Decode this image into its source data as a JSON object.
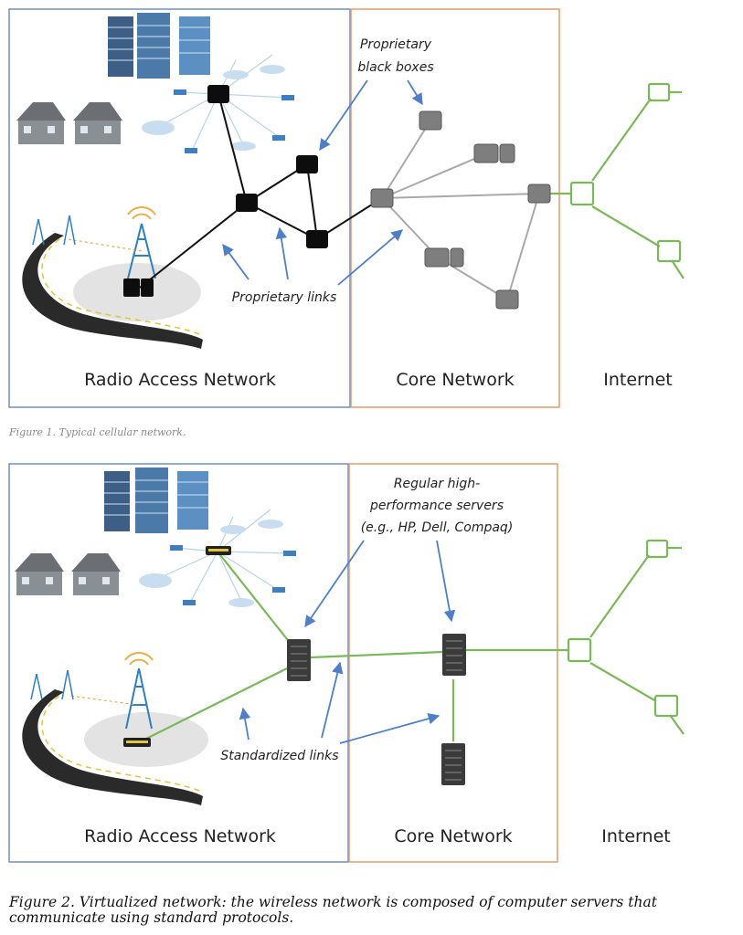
{
  "figure1": {
    "regions": {
      "ran": "Radio Access Network",
      "core": "Core Network",
      "internet": "Internet"
    },
    "callout_boxes_line1": "Proprietary",
    "callout_boxes_line2": "black boxes",
    "callout_links": "Proprietary links",
    "caption": "Figure 1. Typical cellular network."
  },
  "figure2": {
    "regions": {
      "ran": "Radio Access Network",
      "core": "Core Network",
      "internet": "Internet"
    },
    "callout_servers_line1": "Regular high-",
    "callout_servers_line2": "performance servers",
    "callout_servers_line3": "(e.g., HP, Dell, Compaq)",
    "callout_links": "Standardized links",
    "caption": "Figure 2. Virtualized network: the wireless network is composed of computer servers that communicate using standard protocols."
  },
  "colors": {
    "ran_border": "#6f8fc4",
    "core_border": "#e79a6a",
    "internet_link": "#7bb85a",
    "callout_arrow": "#4f7fc7",
    "black_link": "#111111",
    "gray_link": "#a9a9a9"
  }
}
